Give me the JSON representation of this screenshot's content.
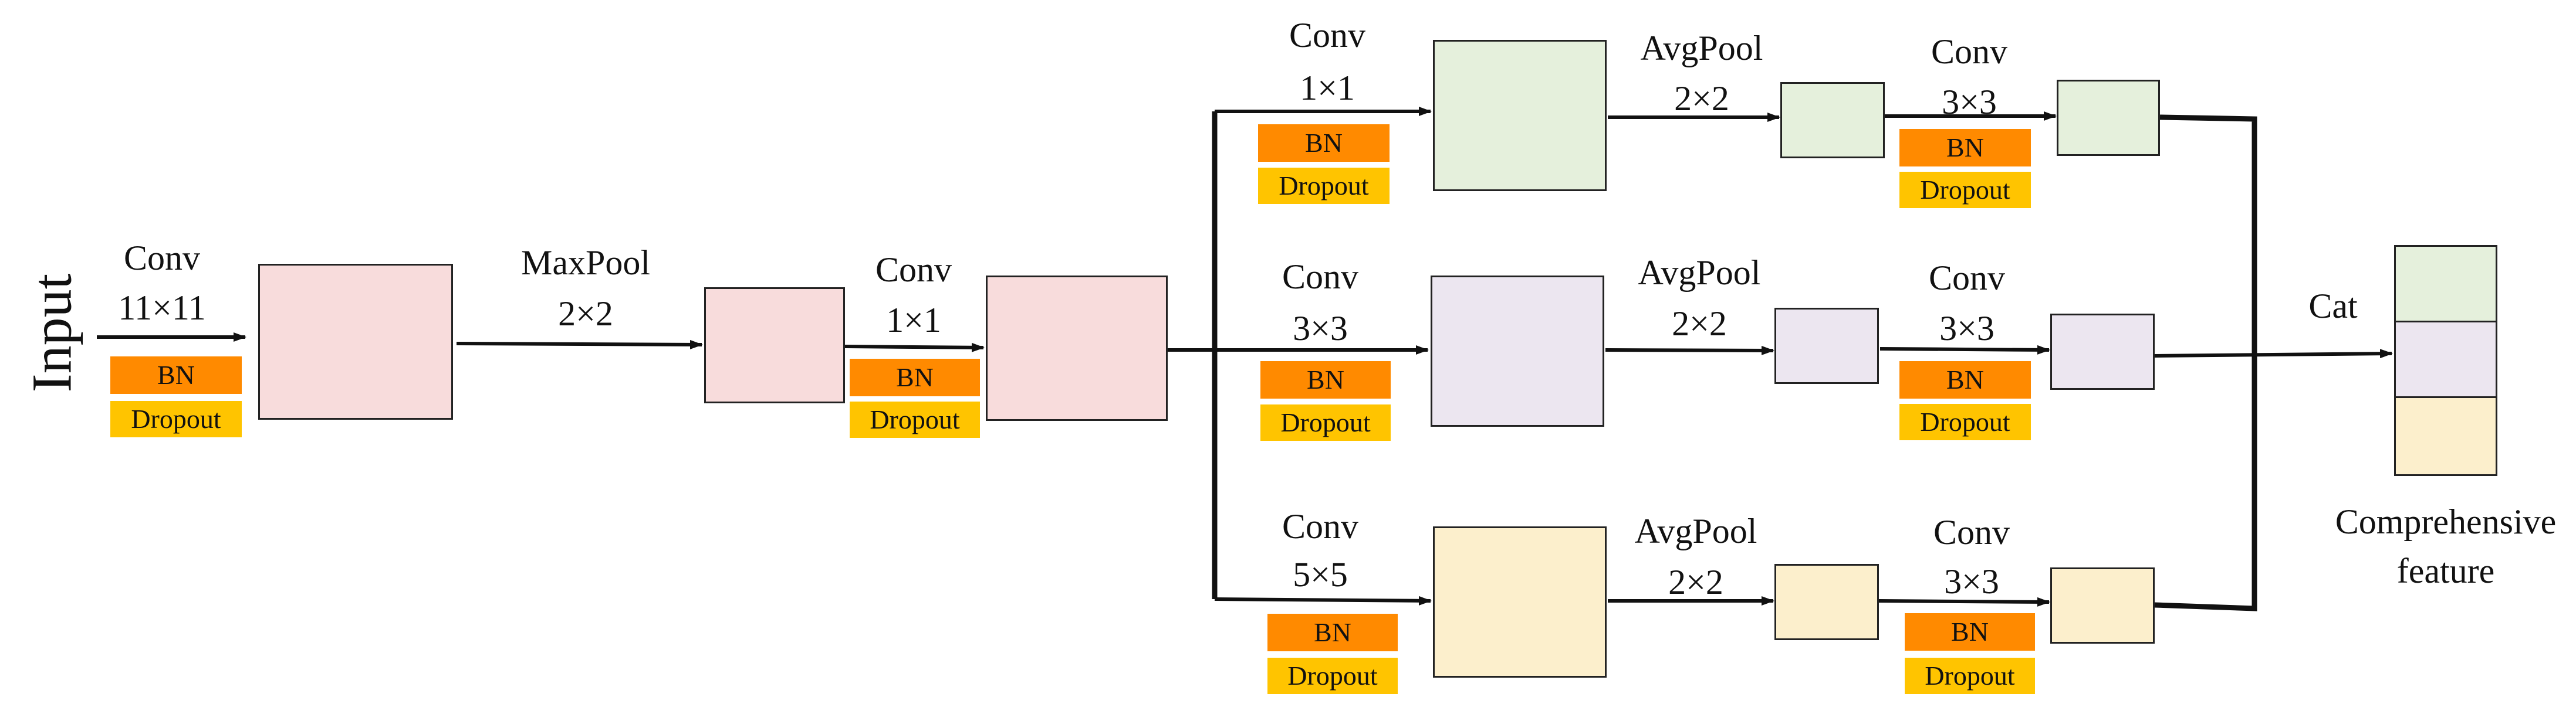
{
  "input_label": "Input",
  "colors": {
    "pink": "#f8dcdc",
    "green": "#e5f0dc",
    "purple": "#ece6f0",
    "yellow": "#fcefcc",
    "bn": "#ff8a00",
    "dropout": "#ffc400",
    "line": "#111111"
  },
  "stem": {
    "conv1": {
      "name": "Conv",
      "kernel": "11×11",
      "bn": "BN",
      "dropout": "Dropout"
    },
    "pool": {
      "name": "MaxPool",
      "kernel": "2×2"
    },
    "conv2": {
      "name": "Conv",
      "kernel": "1×1",
      "bn": "BN",
      "dropout": "Dropout"
    }
  },
  "branches": [
    {
      "conv_a": {
        "name": "Conv",
        "kernel": "1×1",
        "bn": "BN",
        "dropout": "Dropout"
      },
      "pool": {
        "name": "AvgPool",
        "kernel": "2×2"
      },
      "conv_b": {
        "name": "Conv",
        "kernel": "3×3",
        "bn": "BN",
        "dropout": "Dropout"
      }
    },
    {
      "conv_a": {
        "name": "Conv",
        "kernel": "3×3",
        "bn": "BN",
        "dropout": "Dropout"
      },
      "pool": {
        "name": "AvgPool",
        "kernel": "2×2"
      },
      "conv_b": {
        "name": "Conv",
        "kernel": "3×3",
        "bn": "BN",
        "dropout": "Dropout"
      }
    },
    {
      "conv_a": {
        "name": "Conv",
        "kernel": "5×5",
        "bn": "BN",
        "dropout": "Dropout"
      },
      "pool": {
        "name": "AvgPool",
        "kernel": "2×2"
      },
      "conv_b": {
        "name": "Conv",
        "kernel": "3×3",
        "bn": "BN",
        "dropout": "Dropout"
      }
    }
  ],
  "cat_label": "Cat",
  "output": {
    "line1": "Comprehensive",
    "line2": "feature"
  }
}
